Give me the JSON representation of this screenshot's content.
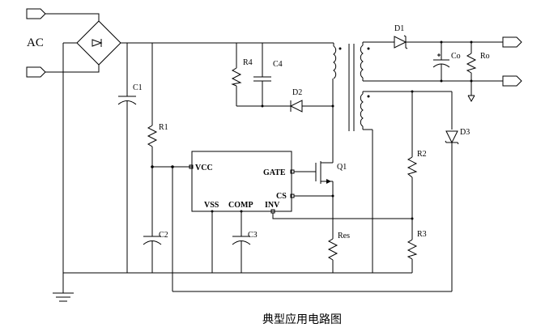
{
  "labels": {
    "ac": "AC",
    "c1": "C1",
    "r1": "R1",
    "c2": "C2",
    "r4": "R4",
    "c4": "C4",
    "d2": "D2",
    "d1": "D1",
    "co": "Co",
    "ro": "Ro",
    "d3": "D3",
    "r2": "R2",
    "r3": "R3",
    "q1": "Q1",
    "res": "Res",
    "c3": "C3"
  },
  "ic_pins": {
    "vcc": "VCC",
    "gate": "GATE",
    "cs": "CS",
    "vss": "VSS",
    "comp": "COMP",
    "inv": "INV"
  },
  "caption": "典型应用电路图"
}
